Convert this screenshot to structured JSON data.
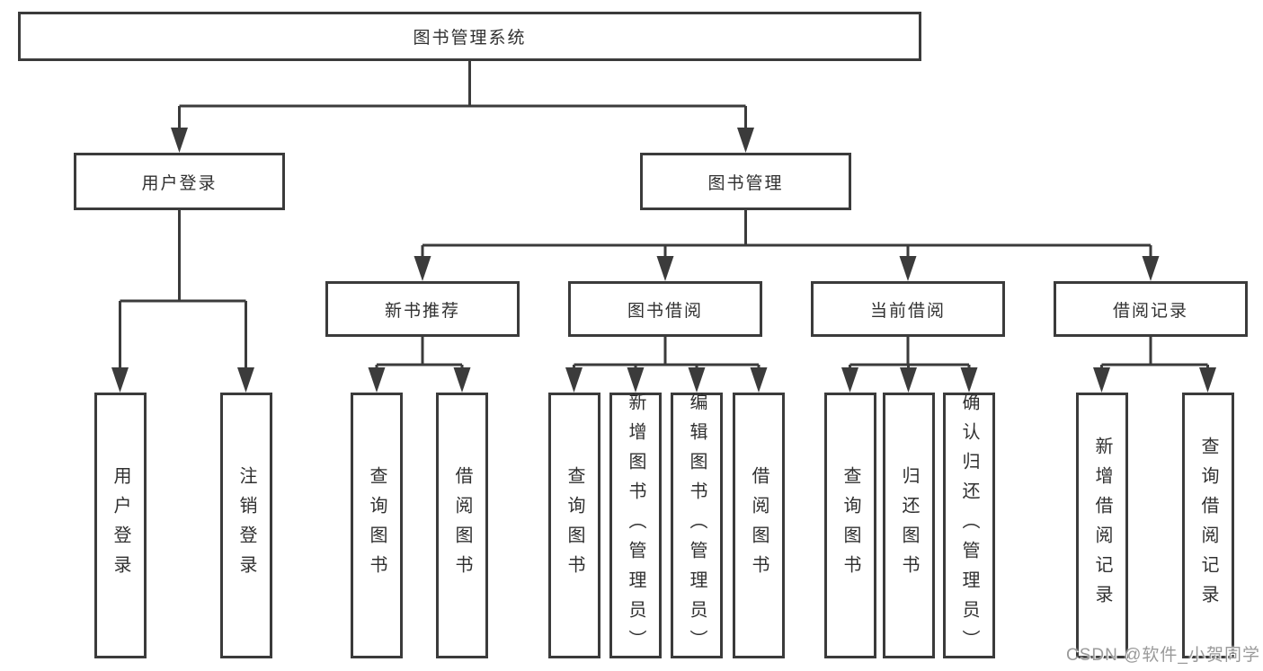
{
  "tree": {
    "root": "图书管理系统",
    "level2": [
      {
        "label": "用户登录",
        "children": [
          "用户登录",
          "注销登录"
        ]
      },
      {
        "label": "图书管理",
        "children": [
          {
            "label": "新书推荐",
            "children": [
              "查询图书",
              "借阅图书"
            ]
          },
          {
            "label": "图书借阅",
            "children": [
              "查询图书",
              "新增图书（管理员）",
              "编辑图书（管理员）",
              "借阅图书"
            ]
          },
          {
            "label": "当前借阅",
            "children": [
              "查询图书",
              "归还图书",
              "确认归还（管理员）"
            ]
          },
          {
            "label": "借阅记录",
            "children": [
              "新增借阅记录",
              "查询借阅记录"
            ]
          }
        ]
      }
    ]
  },
  "watermark": "CSDN @软件_小贺同学",
  "colors": {
    "line": "#3b3b3b",
    "text": "#303030",
    "background": "#ffffff",
    "watermark": "#9a9a9a"
  }
}
